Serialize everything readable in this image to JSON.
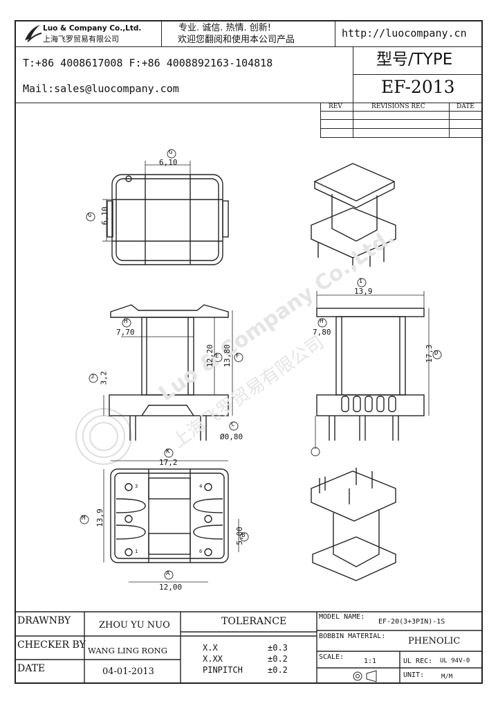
{
  "header": {
    "company_en": "Luo & Company Co.,Ltd.",
    "company_cn": "上海飞罗贸易有限公司",
    "slogan_1": "专业. 诚信.  热情.  创新!",
    "slogan_2": "欢迎您翻阅和使用本公司产品",
    "website": "http://luocompany.cn",
    "phone_fax": "T:+86 4008617008 F:+86 4008892163-104818",
    "mail": "Mail:sales@luocompany.com",
    "type_label": "型号/TYPE",
    "model": "EF-2013"
  },
  "revisions": {
    "col_rev": "REV",
    "col_desc": "REVISIONS REC",
    "col_date": "DATE"
  },
  "dimensions": {
    "G": "G",
    "G_value": "6,10",
    "G2_value": "6,10",
    "H": "H",
    "H_left": "7,70",
    "H_right": "7,80",
    "E": "E",
    "E_value": "12,20",
    "F": "F",
    "F_value": "13,80",
    "J": "J",
    "J_value": "3,2",
    "C": "C",
    "C_value": "Ø0,80",
    "I": "I",
    "I_value": "13,9",
    "D": "D",
    "D_value": "17,3",
    "K": "K",
    "K_value": "17,2",
    "M": "M",
    "M_value": "13,9",
    "B": "B",
    "B_value": "5,00",
    "A": "A",
    "A_value": "12,00",
    "pins": [
      "3",
      "4",
      "1",
      "6"
    ]
  },
  "watermark": {
    "line1": "Luo & Company Co.,Ltd.",
    "line2": "上海飞罗贸易有限公司"
  },
  "title_block": {
    "drawnby_label": "DRAWNBY",
    "drawnby_value": "ZHOU YU NUO",
    "checker_label": "CHECKER BY",
    "checker_value": "WANG LING RONG",
    "date_label": "DATE",
    "date_value": "04-01-2013",
    "tolerance_label": "TOLERANCE",
    "tol_rows": [
      {
        "k": "X.X",
        "v": "±0.3"
      },
      {
        "k": "X.XX",
        "v": "±0.2"
      },
      {
        "k": "PINPITCH",
        "v": "±0.2"
      }
    ],
    "model_name_label": "MODEL NAME:",
    "model_name_value": "EF-20(3+3PIN)-1S",
    "bobbin_label": "BOBBIN MATERIAL:",
    "bobbin_value": "PHENOLIC",
    "scale_label": "SCALE:",
    "scale_value": "1:1",
    "ulrec_label": "UL REC:",
    "ulrec_value": "UL 94V-0",
    "unit_label": "UNIT:",
    "unit_value": "M/M"
  }
}
